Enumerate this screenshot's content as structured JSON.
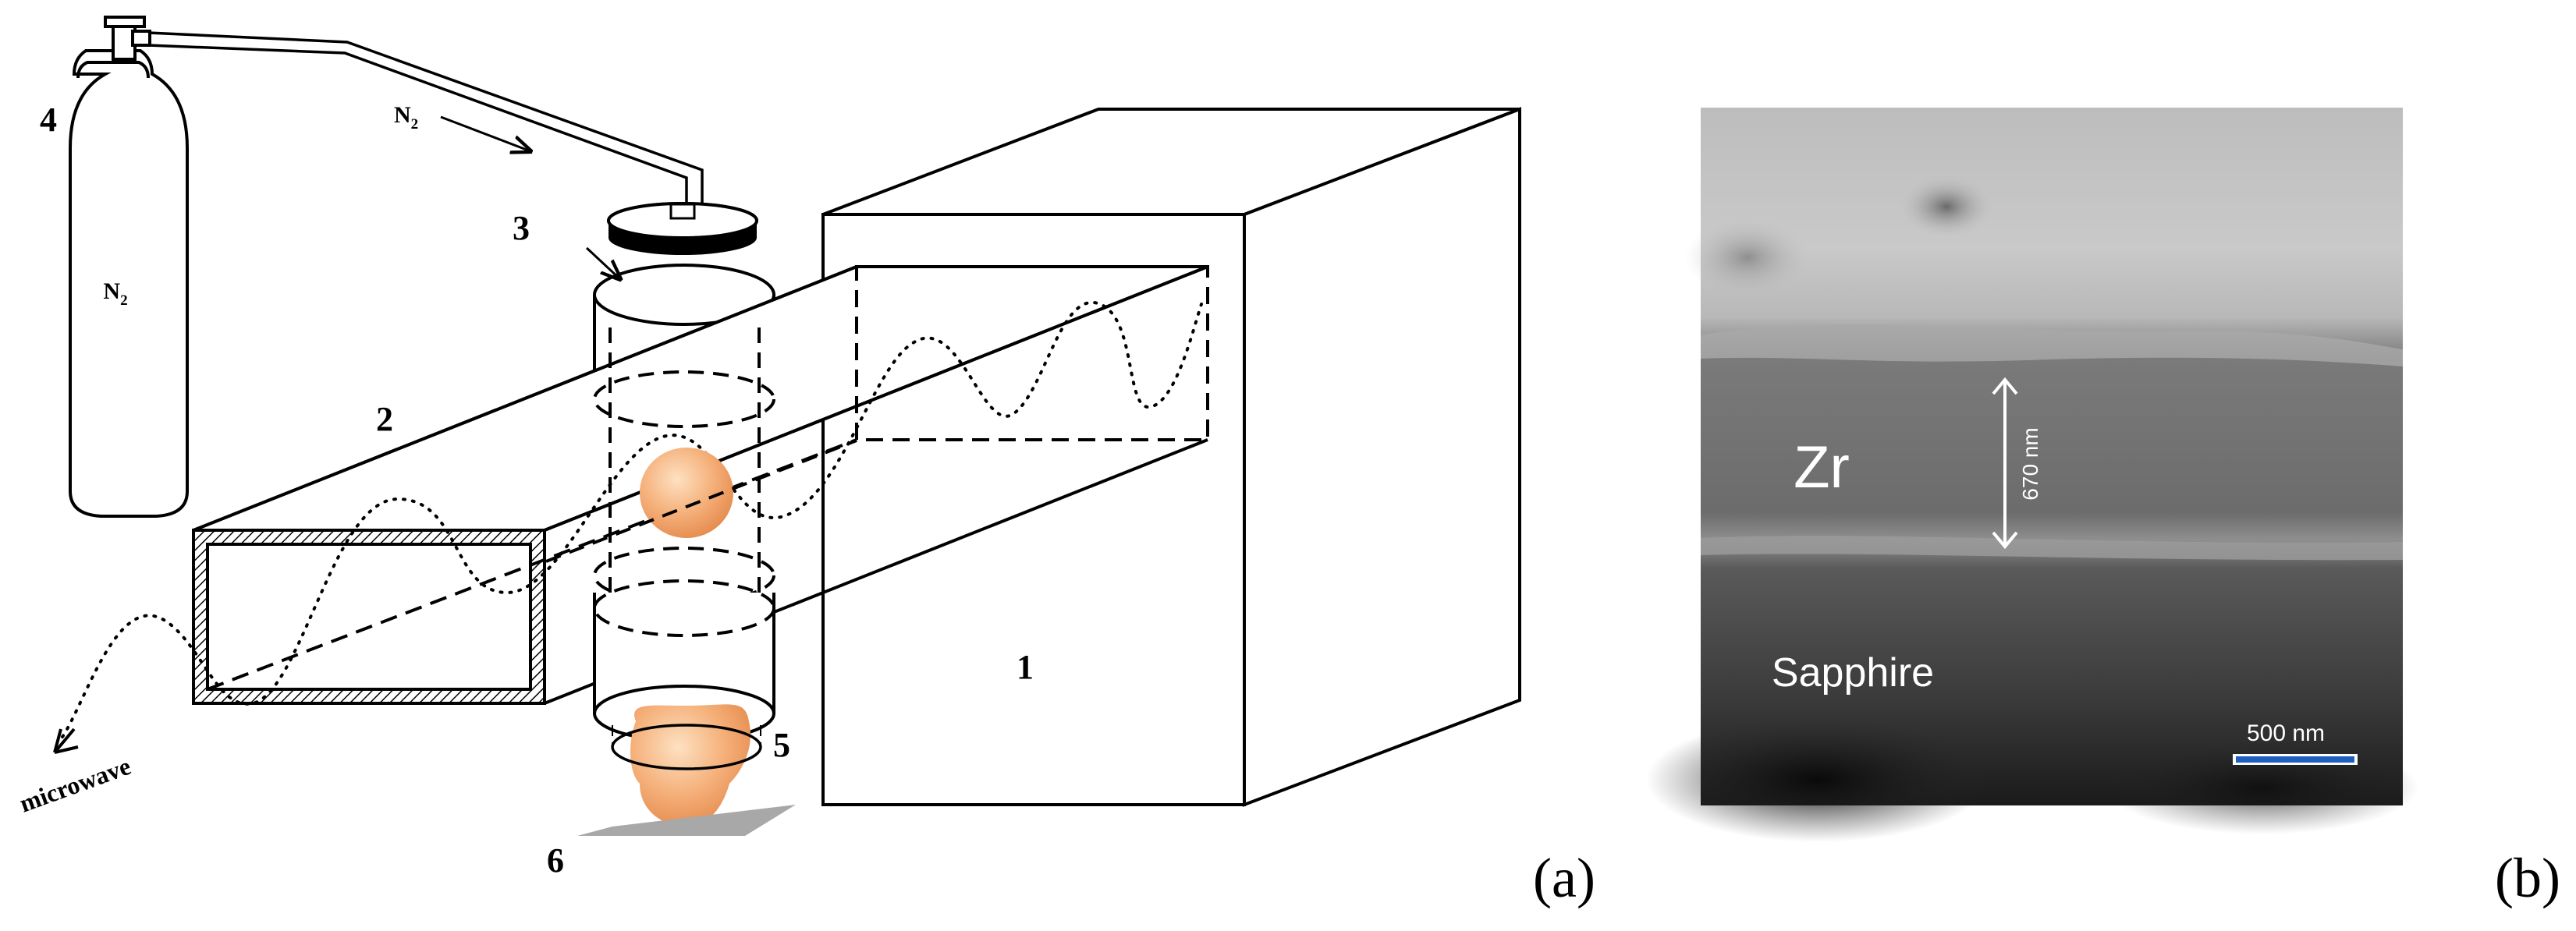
{
  "panel_a": {
    "label": "(a)",
    "cylinder_gas_label": "N",
    "cylinder_gas_subscript": "2",
    "flow_gas_label": "N",
    "flow_gas_subscript": "2",
    "microwave_label": "microwave",
    "component_numbers": [
      "1",
      "2",
      "3",
      "4",
      "5",
      "6"
    ],
    "plasma_color": "#f2a35e",
    "stage_color": "#a8a8a8"
  },
  "panel_b": {
    "label": "(b)",
    "layer_top_label": "Zr",
    "layer_bottom_label": "Sapphire",
    "thickness_label": "670 nm",
    "scalebar_label": "500 nm",
    "scalebar_color": "#1f5fbf"
  }
}
